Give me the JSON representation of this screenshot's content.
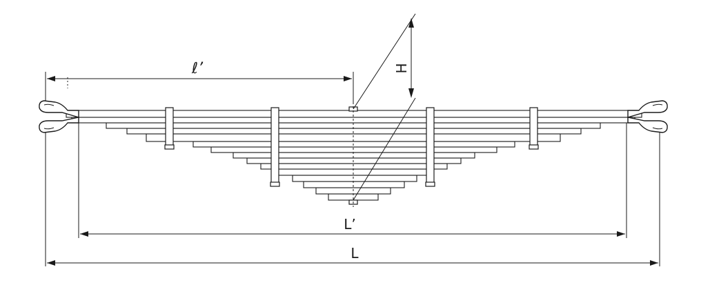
{
  "labels": {
    "half_length": "ℓ’",
    "height": "H",
    "leaf_length": "L’",
    "overall_length": "L"
  },
  "colors": {
    "line": "#1a1a1a",
    "background": "#ffffff"
  }
}
